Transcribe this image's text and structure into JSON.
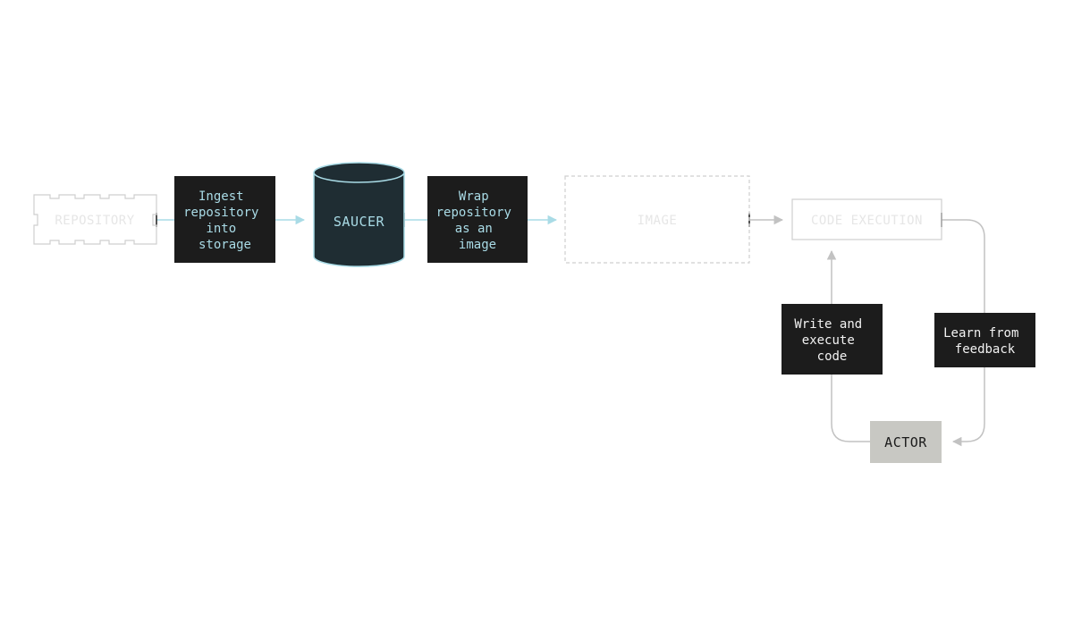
{
  "nodes": {
    "repository": {
      "label": "REPOSITORY"
    },
    "saucer": {
      "label": "SAUCER"
    },
    "image": {
      "label": "IMAGE"
    },
    "code_execution": {
      "label": "CODE EXECUTION"
    },
    "actor": {
      "label": "ACTOR"
    }
  },
  "steps": {
    "ingest": {
      "lines": [
        "Ingest",
        "repository",
        "into",
        "storage"
      ]
    },
    "wrap": {
      "lines": [
        "Wrap",
        "repository",
        "as an",
        "image"
      ]
    },
    "write": {
      "lines": [
        "Write and",
        "execute",
        "code"
      ]
    },
    "learn": {
      "lines": [
        "Learn from",
        "feedback"
      ]
    }
  },
  "colors": {
    "accent_blue": "#a9dbe6",
    "step_box": "#1c1c1c",
    "saucer_fill": "#1f2d33",
    "actor_fill": "#c8c8c3",
    "connector_gray": "#c2c2c2",
    "ghost_border": "#cfcfcf"
  }
}
